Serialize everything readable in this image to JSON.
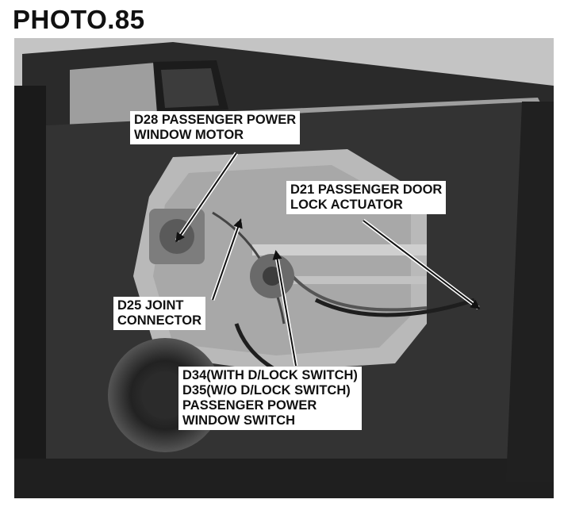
{
  "title": "PHOTO.85",
  "labels": {
    "d28": {
      "line1": "D28 PASSENGER POWER",
      "line2": "WINDOW MOTOR"
    },
    "d21": {
      "line1": "D21 PASSENGER DOOR",
      "line2": "LOCK ACTUATOR"
    },
    "d25": {
      "line1": "D25 JOINT",
      "line2": "CONNECTOR"
    },
    "d34": {
      "line1": "D34(WITH D/LOCK SWITCH)",
      "line2": "D35(W/O D/LOCK SWITCH)",
      "line3": "PASSENGER POWER",
      "line4": "WINDOW SWITCH"
    }
  }
}
